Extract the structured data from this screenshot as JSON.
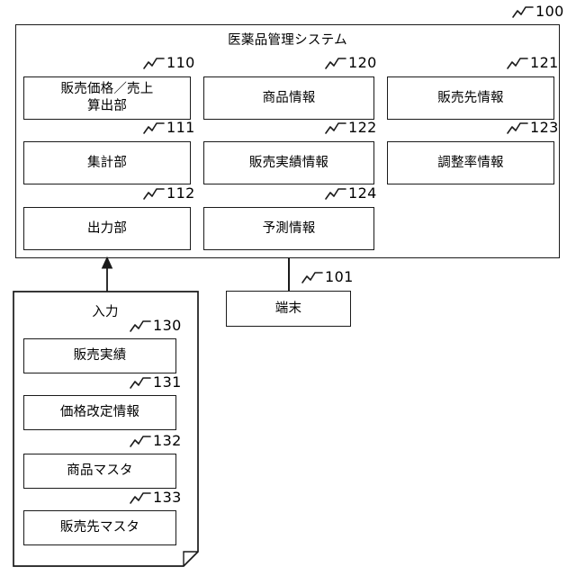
{
  "figure": {
    "system": {
      "title": "医薬品管理システム",
      "ref": "100",
      "modules": [
        {
          "id": "110",
          "label": "販売価格／売上\n算出部"
        },
        {
          "id": "111",
          "label": "集計部"
        },
        {
          "id": "112",
          "label": "出力部"
        }
      ],
      "data_stores": [
        {
          "id": "120",
          "label": "商品情報"
        },
        {
          "id": "122",
          "label": "販売実績情報"
        },
        {
          "id": "124",
          "label": "予測情報"
        }
      ],
      "data_stores_right": [
        {
          "id": "121",
          "label": "販売先情報"
        },
        {
          "id": "123",
          "label": "調整率情報"
        }
      ]
    },
    "terminal": {
      "label": "端末",
      "ref": "101"
    },
    "input": {
      "title": "入力",
      "items": [
        {
          "id": "130",
          "label": "販売実績"
        },
        {
          "id": "131",
          "label": "価格改定情報"
        },
        {
          "id": "132",
          "label": "商品マスタ"
        },
        {
          "id": "133",
          "label": "販売先マスタ"
        }
      ]
    },
    "colors": {
      "stroke": "#1a1a1a",
      "text": "#000000",
      "background": "#ffffff"
    }
  }
}
